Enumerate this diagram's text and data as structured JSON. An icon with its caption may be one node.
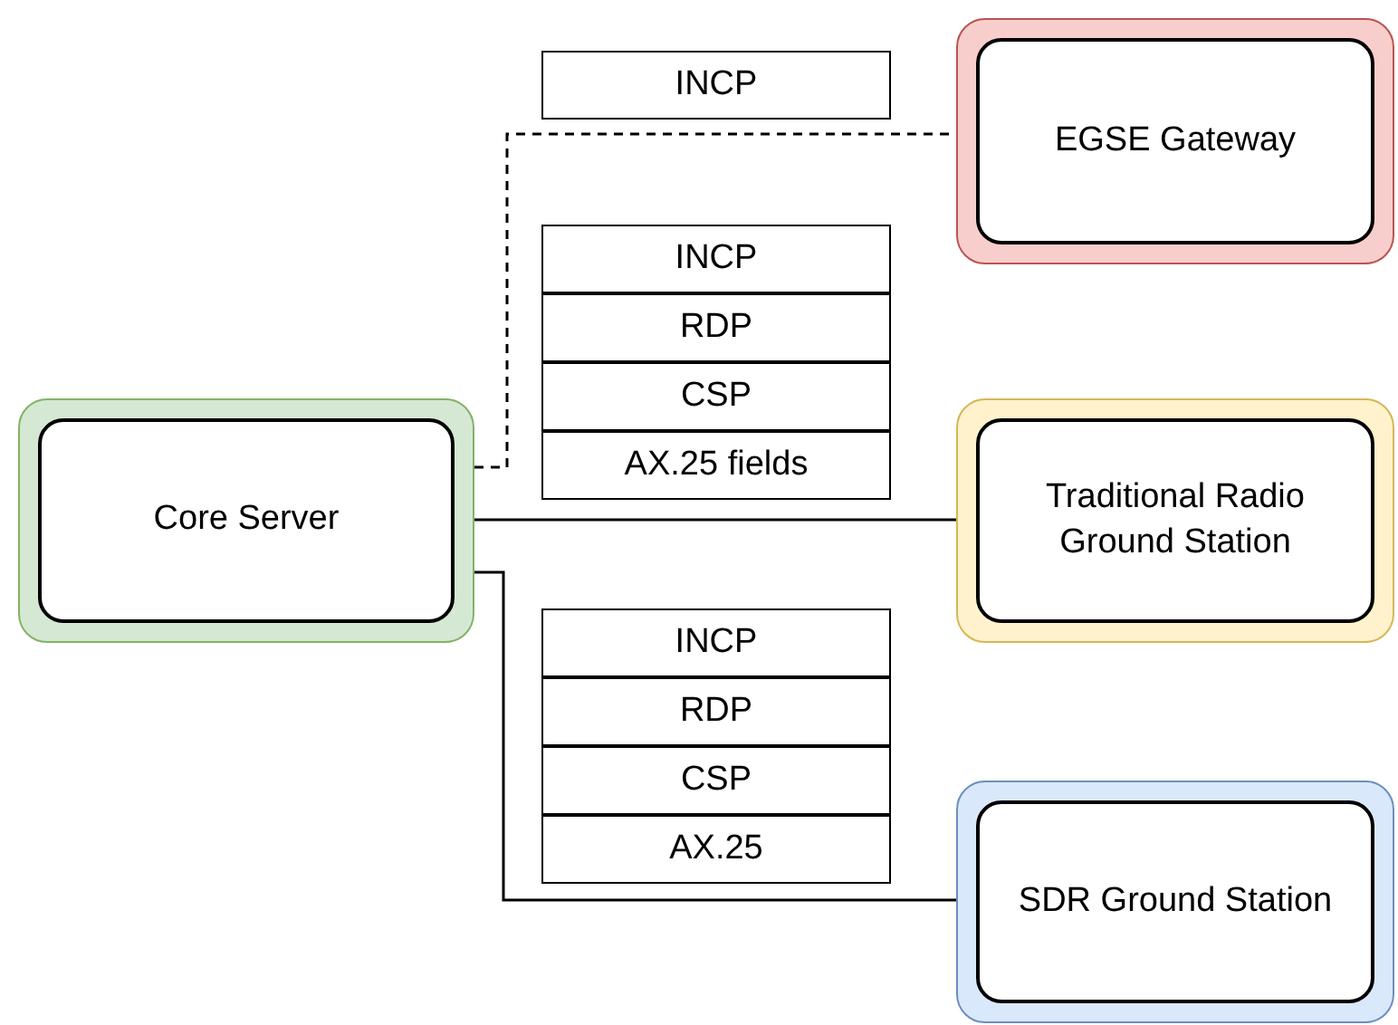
{
  "diagram": {
    "nodes": [
      {
        "text": [
          "INCP"
        ]
      },
      {
        "text": [
          "EGSE Gateway"
        ]
      },
      {
        "text": [
          "INCP"
        ]
      },
      {
        "text": [
          "RDP"
        ]
      },
      {
        "text": [
          "CSP"
        ]
      },
      {
        "text": [
          "AX.25 fields"
        ]
      },
      {
        "text": [
          "Core Server"
        ]
      },
      {
        "text": [
          "Traditional Radio Ground Station"
        ]
      },
      {
        "text": [
          "INCP"
        ]
      },
      {
        "text": [
          "RDP"
        ]
      },
      {
        "text": [
          "CSP"
        ]
      },
      {
        "text": [
          "AX.25"
        ]
      },
      {
        "text": [
          "SDR Ground Station"
        ]
      }
    ],
    "edges": [
      {
        "from": 6,
        "to": 1,
        "arrow": "none",
        "style": "dashed"
      },
      {
        "from": 6,
        "to": 7,
        "arrow": "none"
      },
      {
        "from": 6,
        "to": 12,
        "arrow": "none"
      }
    ]
  }
}
